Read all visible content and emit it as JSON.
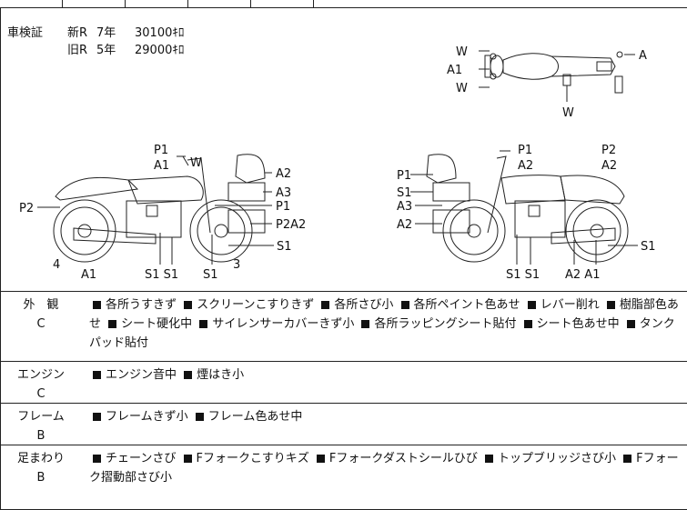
{
  "registration": {
    "label": "車検証",
    "rows": [
      {
        "type": "新R",
        "year": "7年",
        "km": "30100ｷﾛ"
      },
      {
        "type": "旧R",
        "year": "5年",
        "km": "29000ｷﾛ"
      }
    ]
  },
  "diagram_labels": {
    "top_view": [
      "W",
      "A1",
      "W",
      "A",
      "W"
    ],
    "left_view": [
      "P1",
      "A1",
      "W",
      "A2",
      "A3",
      "P2",
      "P1",
      "P2A2",
      "S1",
      "4",
      "A1",
      "S1 S1",
      "S1",
      "3"
    ],
    "right_view": [
      "P1",
      "A2",
      "P2",
      "A2",
      "P1",
      "S1",
      "A3",
      "A2",
      "S1",
      "S1 S1",
      "A2 A1"
    ]
  },
  "sections": [
    {
      "name": "外　観",
      "grade": "C",
      "items": [
        "各所うすきず",
        "スクリーンこすりきず",
        "各所さび小",
        "各所ペイント色あせ",
        "レバー削れ",
        "樹脂部色あせ",
        "シート硬化中",
        "サイレンサーカバーきず小",
        "各所ラッピングシート貼付",
        "シート色あせ中",
        "タンクパッド貼付"
      ]
    },
    {
      "name": "エンジン",
      "grade": "C",
      "items": [
        "エンジン音中",
        "煙はき小"
      ]
    },
    {
      "name": "フレーム",
      "grade": "B",
      "items": [
        "フレームきず小",
        "フレーム色あせ中"
      ]
    },
    {
      "name": "足まわり",
      "grade": "B",
      "items": [
        "チェーンさび",
        "Fフォークこすりキズ",
        "Fフォークダストシールひび",
        "トップブリッジさび小",
        "Fフォーク摺動部さび小"
      ]
    }
  ]
}
